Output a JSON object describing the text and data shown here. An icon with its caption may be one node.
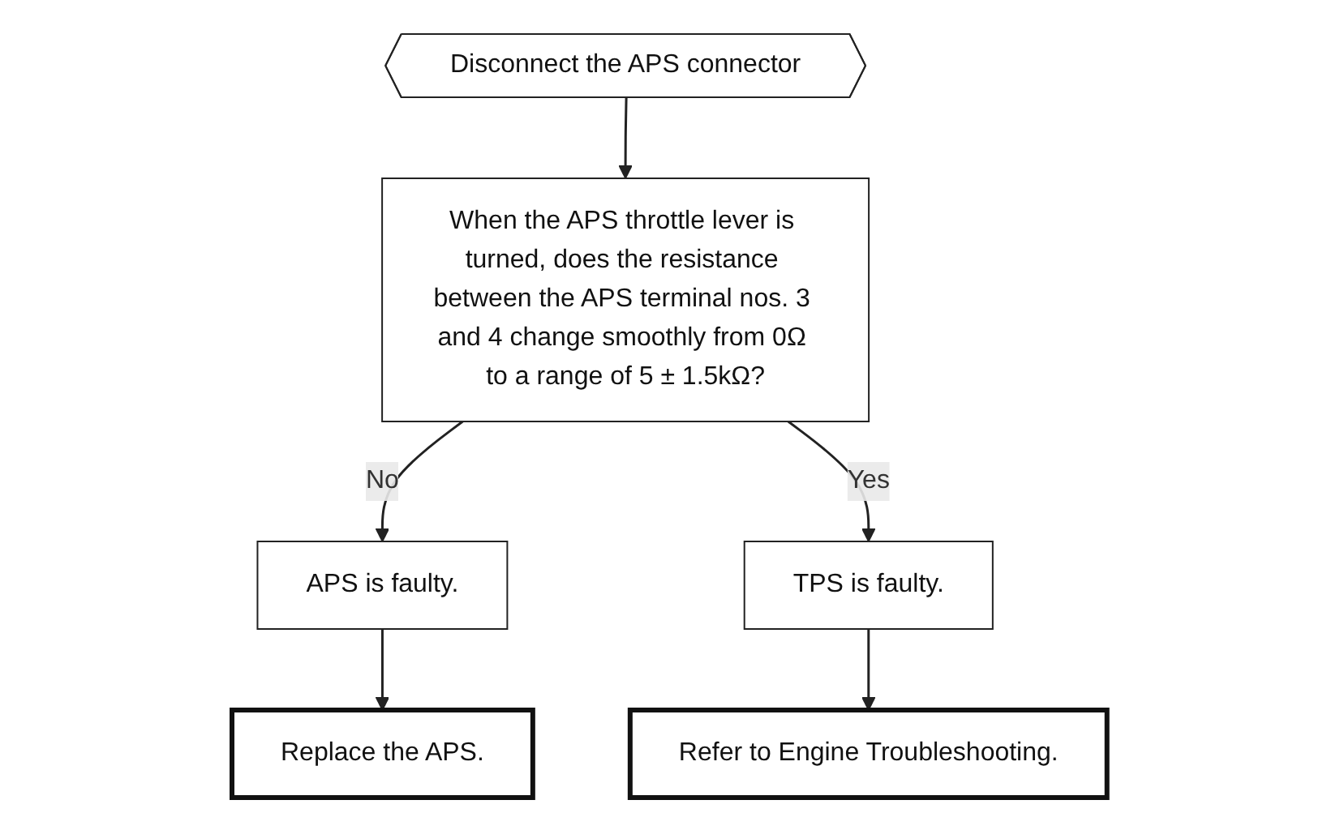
{
  "diagram": {
    "nodes": [
      {
        "text": [
          "Disconnect the APS connector"
        ]
      },
      {
        "text": [
          "When the APS throttle lever is turned, does the resistance between the APS terminal nos. 3 and 4 change smoothly from 0Ω to a range of 5 ± 1.5kΩ?"
        ]
      },
      {
        "text": [
          "APS is faulty."
        ]
      },
      {
        "text": [
          "Replace the APS."
        ]
      },
      {
        "text": [
          "TPS is faulty."
        ]
      },
      {
        "text": [
          "Refer to Engine Troubleshooting."
        ]
      }
    ],
    "edges": [
      {
        "from": 0,
        "to": 1,
        "arrow": "to"
      },
      {
        "from": 1,
        "to": 2,
        "label": "No",
        "arrow": "to"
      },
      {
        "from": 2,
        "to": 3,
        "arrow": "to"
      },
      {
        "from": 1,
        "to": 4,
        "label": "Yes",
        "arrow": "to"
      },
      {
        "from": 4,
        "to": 5,
        "arrow": "to"
      }
    ]
  }
}
